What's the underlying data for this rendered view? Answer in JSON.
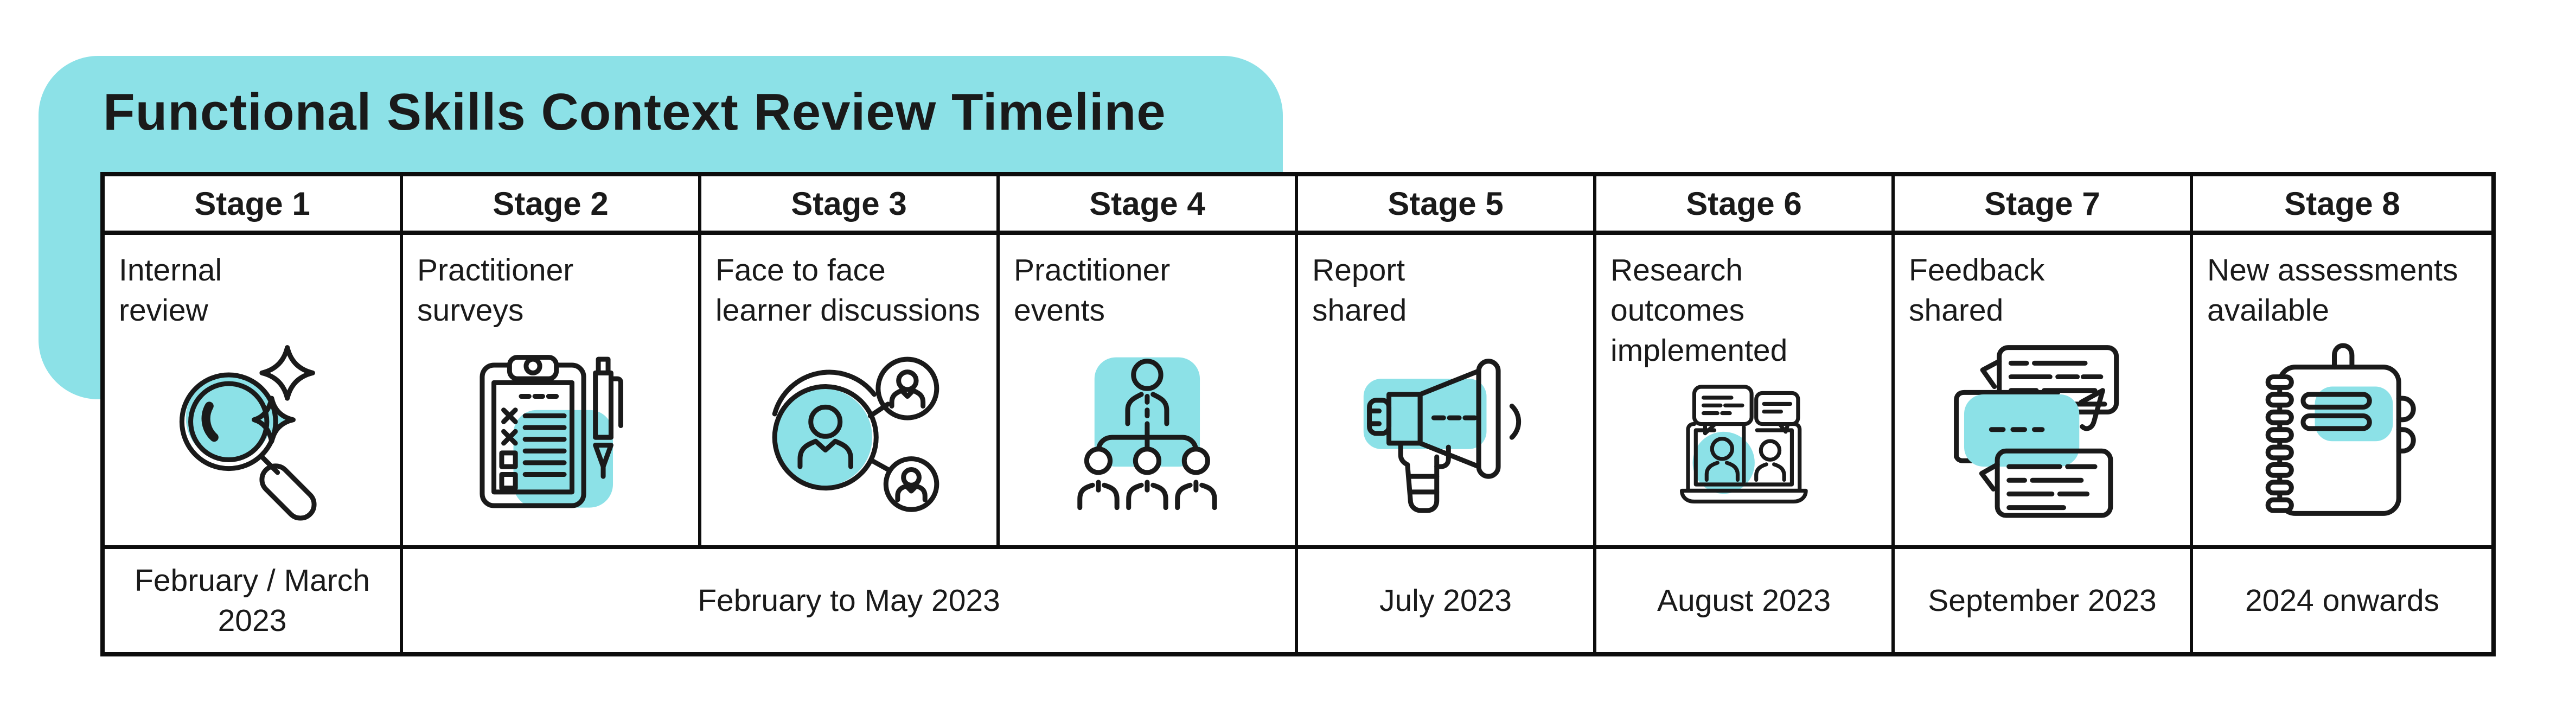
{
  "title": "Functional Skills Context Review Timeline",
  "colors": {
    "accent": "#8CE1E7",
    "ink": "#1a1a1a",
    "border": "#0d0d0d"
  },
  "table": {
    "stages": [
      {
        "header": "Stage 1",
        "description": "Internal\nreview",
        "icon": "magnifier-sparkle-icon"
      },
      {
        "header": "Stage 2",
        "description": "Practitioner\nsurveys",
        "icon": "clipboard-checklist-pen-icon"
      },
      {
        "header": "Stage 3",
        "description": "Face to face\nlearner discussions",
        "icon": "connected-people-icon"
      },
      {
        "header": "Stage 4",
        "description": "Practitioner\nevents",
        "icon": "org-chart-people-icon"
      },
      {
        "header": "Stage 5",
        "description": "Report\nshared",
        "icon": "megaphone-icon"
      },
      {
        "header": "Stage 6",
        "description": "Research\noutcomes\nimplemented",
        "icon": "laptop-video-call-icon"
      },
      {
        "header": "Stage 7",
        "description": "Feedback\nshared",
        "icon": "chat-bubbles-icon"
      },
      {
        "header": "Stage 8",
        "description": "New assessments\navailable",
        "icon": "spiral-notebook-icon"
      }
    ],
    "dates": [
      {
        "label": "February / March\n2023"
      },
      {
        "label": "February to May 2023"
      },
      {
        "label": "July 2023"
      },
      {
        "label": "August 2023"
      },
      {
        "label": "September 2023"
      },
      {
        "label": "2024 onwards"
      }
    ]
  }
}
